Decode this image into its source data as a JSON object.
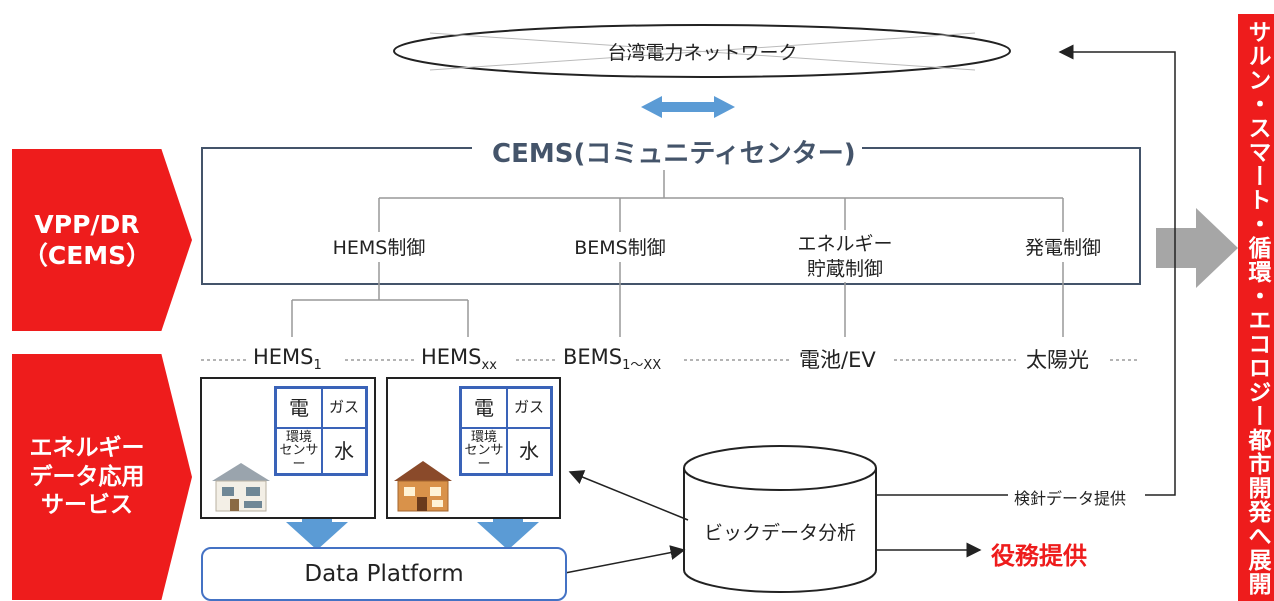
{
  "network": {
    "label": "台湾電力ネットワーク"
  },
  "cems": {
    "title": "CEMS(コミュニティセンター)",
    "controls": [
      "HEMS制御",
      "BEMS制御",
      "エネルギー\n貯蔵制御",
      "発電制御"
    ]
  },
  "banners": {
    "vpp": "VPP/DR\n（CEMS）",
    "energy": "エネルギー\nデータ応用\nサービス",
    "right": "サルン・スマート・循環・エコロジー都市開発へ展開"
  },
  "devices": {
    "hems1": {
      "base": "HEMS",
      "sub": "1"
    },
    "hemsxx": {
      "base": "HEMS",
      "sub": "xx"
    },
    "bems": {
      "base": "BEMS",
      "sub": "1～XX"
    },
    "battery": "電池/EV",
    "solar": "太陽光"
  },
  "house_grid": {
    "electric": "電",
    "gas": "ガス",
    "env_sensor": "環境\nセンサー",
    "water": "水"
  },
  "platform": {
    "label": "Data Platform"
  },
  "bigdata": {
    "label": "ビックデータ分析"
  },
  "meter_label": "検針データ提供",
  "service": "役務提供",
  "colors": {
    "accent_red": "#ee1c1c",
    "arrow_blue": "#5b9bd5",
    "frame_gray": "#44546a"
  }
}
